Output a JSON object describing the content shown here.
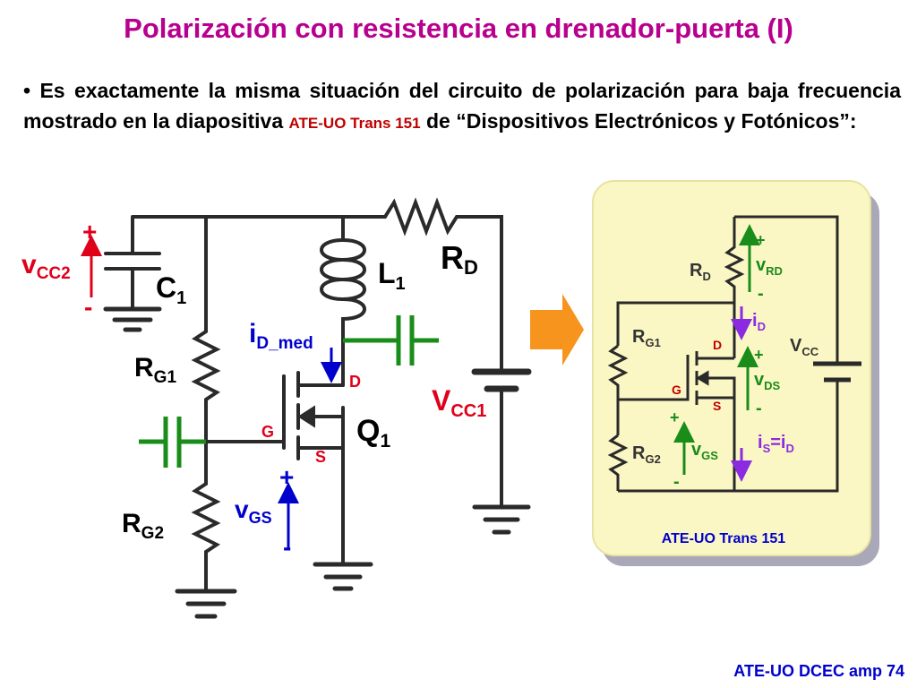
{
  "title": "Polarización con resistencia en drenador-puerta (I)",
  "bullet": {
    "marker": "•",
    "text_before": "Es exactamente la misma situación del circuito de polarización para baja frecuencia mostrado en la diapositiva",
    "ref": "ATE-UO Trans 151",
    "text_after": "de “Dispositivos Electrónicos y Fotónicos”:"
  },
  "main_circuit": {
    "vcc2": {
      "main": "v",
      "sub": "CC2"
    },
    "plus": "+",
    "minus": "-",
    "c1": {
      "main": "C",
      "sub": "1"
    },
    "l1": {
      "main": "L",
      "sub": "1"
    },
    "rd": {
      "main": "R",
      "sub": "D"
    },
    "rg1": {
      "main": "R",
      "sub": "G1"
    },
    "rg2": {
      "main": "R",
      "sub": "G2"
    },
    "id_med": {
      "main": "i",
      "sub": "D_med"
    },
    "drain": "D",
    "gate": "G",
    "source": "S",
    "q1": {
      "main": "Q",
      "sub": "1"
    },
    "vcc1": {
      "main": "V",
      "sub": "CC1"
    },
    "vgs": {
      "main": "v",
      "sub": "GS"
    }
  },
  "inset": {
    "rd": {
      "main": "R",
      "sub": "D"
    },
    "vrd": {
      "main": "v",
      "sub": "RD"
    },
    "plus": "+",
    "minus": "-",
    "id": {
      "main": "i",
      "sub": "D"
    },
    "rg1": {
      "main": "R",
      "sub": "G1"
    },
    "drain": "D",
    "gate": "G",
    "source": "S",
    "vds": {
      "main": "v",
      "sub": "DS"
    },
    "vcc": {
      "main": "V",
      "sub": "CC"
    },
    "rg2": {
      "main": "R",
      "sub": "G2"
    },
    "vgs": {
      "main": "v",
      "sub": "GS"
    },
    "is_eq": {
      "main1": "i",
      "sub1": "S",
      "mid": "=i",
      "sub2": "D"
    },
    "caption": "ATE-UO Trans 151"
  },
  "footer": "ATE-UO DCEC amp 74",
  "colors": {
    "title": "#b8008f",
    "red": "#e0001a",
    "blue": "#0000cc",
    "purple": "#8a2be2",
    "green": "#1a8c1a",
    "inset_bg": "#fbf7c4",
    "arrow": "#f7941d"
  }
}
